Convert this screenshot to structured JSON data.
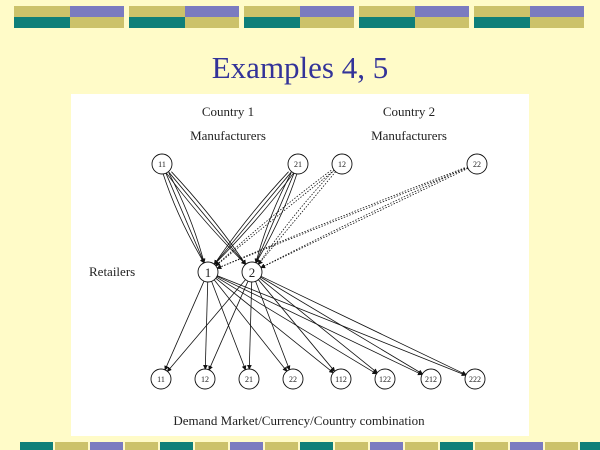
{
  "slide": {
    "title": "Examples 4, 5",
    "colors": {
      "background": "#fffbc8",
      "title": "#333399",
      "bar_blue": "#7b7bc0",
      "bar_teal": "#0f7f79",
      "bar_yellow": "#ccc26a",
      "bar_cream": "#e9e6b0"
    }
  },
  "diagram": {
    "group_labels": {
      "country1": "Country 1",
      "country1_sub": "Manufacturers",
      "country2": "Country 2",
      "country2_sub": "Manufacturers",
      "retailers": "Retailers",
      "bottom": "Demand Market/Currency/Country combination"
    },
    "manufacturers": [
      {
        "id": "m11",
        "label": "11",
        "country": 1
      },
      {
        "id": "m21",
        "label": "21",
        "country": 1
      },
      {
        "id": "m12",
        "label": "12",
        "country": 2
      },
      {
        "id": "m22",
        "label": "22",
        "country": 2
      }
    ],
    "retailers": [
      {
        "id": "r1",
        "label": "1"
      },
      {
        "id": "r2",
        "label": "2"
      }
    ],
    "demand_markets": [
      {
        "id": "d11",
        "label": "11"
      },
      {
        "id": "d12",
        "label": "12"
      },
      {
        "id": "d21",
        "label": "21"
      },
      {
        "id": "d22",
        "label": "22"
      },
      {
        "id": "d112",
        "label": "112"
      },
      {
        "id": "d122",
        "label": "122"
      },
      {
        "id": "d212",
        "label": "212"
      },
      {
        "id": "d222",
        "label": "222"
      }
    ]
  }
}
